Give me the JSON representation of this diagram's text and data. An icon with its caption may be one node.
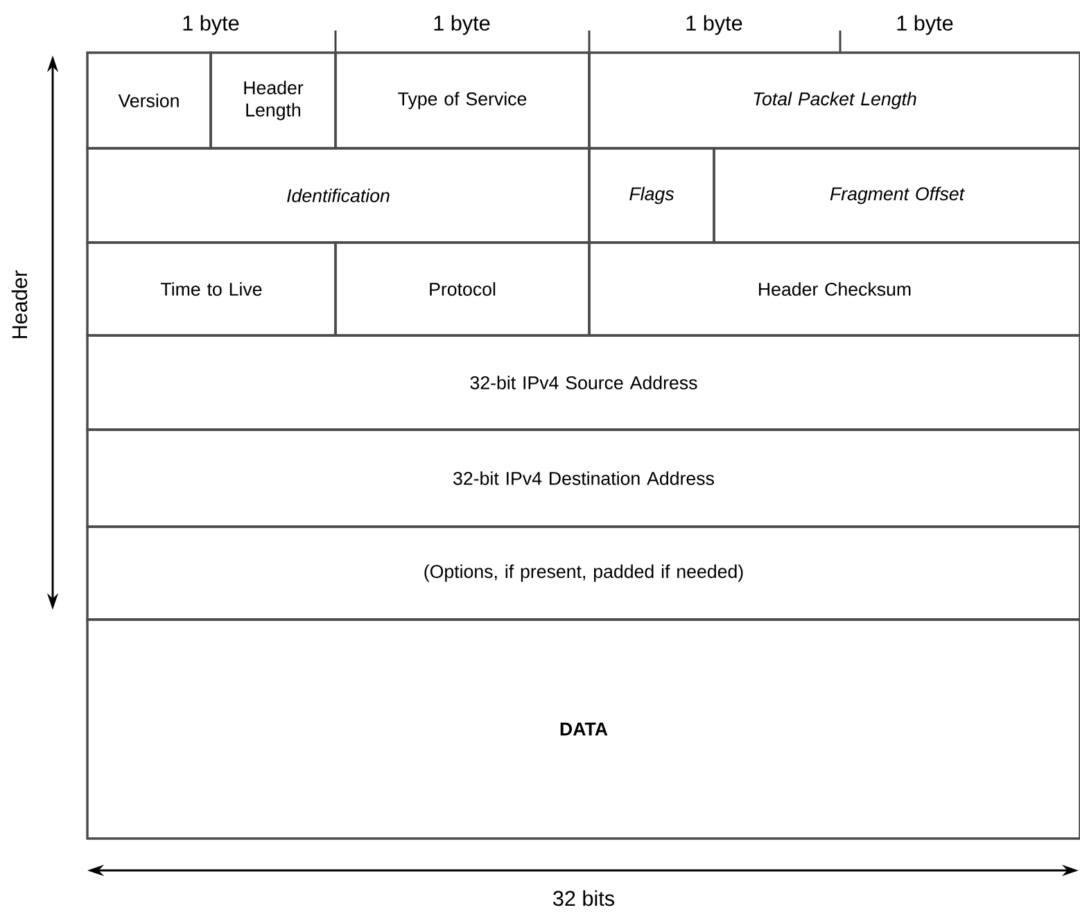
{
  "diagram": {
    "nodes": [
      {
        "text": [
          "Version"
        ]
      },
      {
        "text": [
          "Header Length"
        ]
      },
      {
        "text": [
          "Type of Service"
        ]
      },
      {
        "text": [
          "Total Packet Length"
        ]
      },
      {
        "text": [
          "Identification"
        ]
      },
      {
        "text": [
          "Flags"
        ]
      },
      {
        "text": [
          "Fragment Offset"
        ]
      },
      {
        "text": [
          "Time to Live"
        ]
      },
      {
        "text": [
          "Protocol"
        ]
      },
      {
        "text": [
          "Header Checksum"
        ]
      },
      {
        "text": [
          "32-bit IPv4 Source Address"
        ]
      },
      {
        "text": [
          "32-bit IPv4 Destination Address"
        ]
      },
      {
        "text": [
          "(Options, if present, padded if needed)"
        ]
      },
      {
        "text": [
          "DATA"
        ]
      }
    ],
    "labels": [
      "1 byte",
      "1 byte",
      "1 byte",
      "1 byte",
      "Header",
      "32 bits"
    ]
  }
}
